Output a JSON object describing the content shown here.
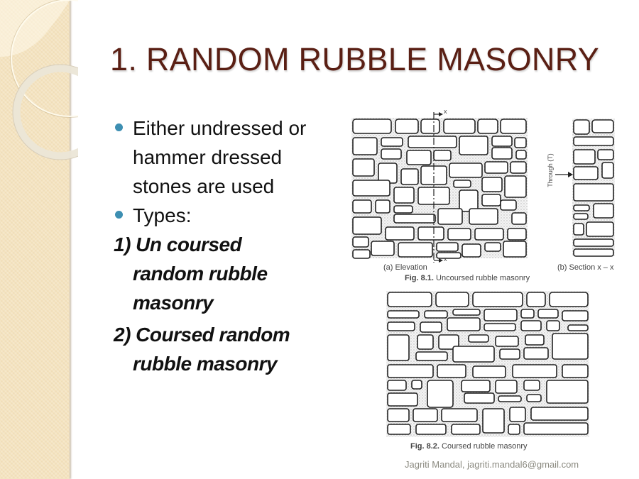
{
  "slide": {
    "title": "1. RANDOM RUBBLE MASONRY",
    "colors": {
      "title": "#5a1f14",
      "bullet": "#3d8fb2",
      "band": "#f4e3bf",
      "footer": "#8b8a80"
    },
    "bullets": [
      {
        "lines": [
          "Either undressed or",
          "hammer dressed",
          "stones are used"
        ]
      },
      {
        "lines": [
          "Types:"
        ]
      }
    ],
    "types": [
      {
        "lines": [
          "1) Un coursed",
          "random rubble",
          "masonry"
        ]
      },
      {
        "lines": [
          "2) Coursed random",
          "rubble masonry"
        ]
      }
    ],
    "figures": {
      "fig1": {
        "elevation_label": "(a) Elevation",
        "section_label": "(b) Section x – x",
        "through_label": "Through (T)",
        "axis_marker_top": "x",
        "axis_marker_bottom": "x",
        "caption_num": "Fig. 8.1.",
        "caption_text": "Uncoursed rubble masonry"
      },
      "fig2": {
        "caption_num": "Fig. 8.2.",
        "caption_text": "Coursed rubble masonry"
      }
    },
    "footer": "Jagriti Mandal, jagriti.mandal6@gmail.com"
  }
}
